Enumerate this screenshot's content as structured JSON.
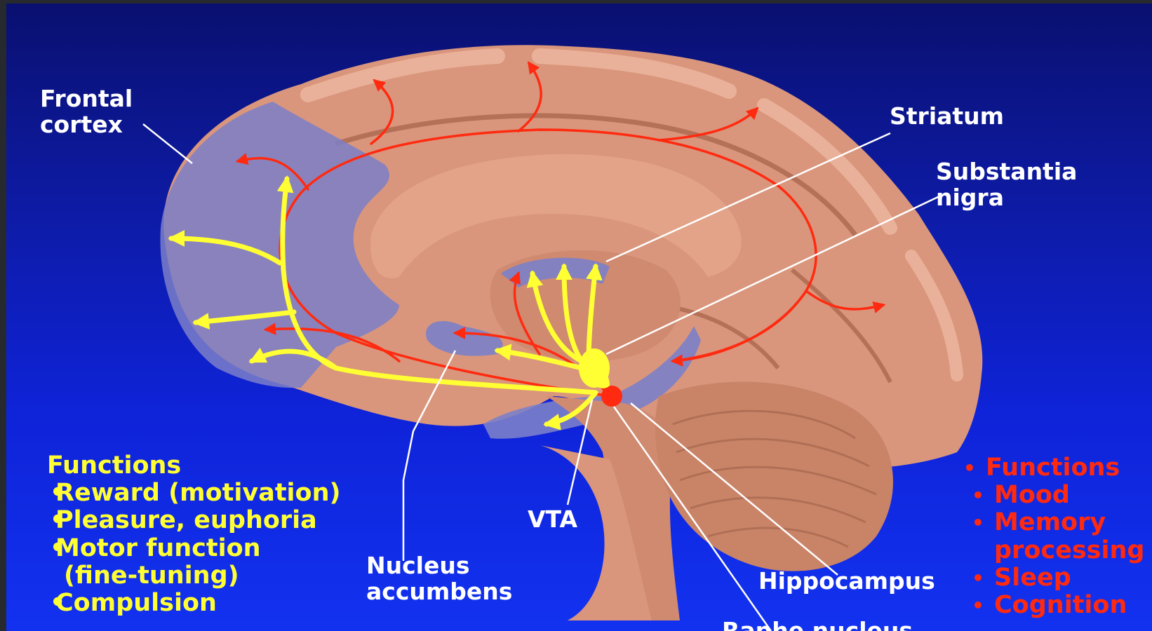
{
  "labels": {
    "frontal_cortex_line1": "Frontal",
    "frontal_cortex_line2": "cortex",
    "striatum": "Striatum",
    "substantia_nigra_line1": "Substantia",
    "substantia_nigra_line2": "nigra",
    "vta": "VTA",
    "nucleus_accumbens_line1": "Nucleus",
    "nucleus_accumbens_line2": "accumbens",
    "hippocampus": "Hippocampus",
    "raphe_partial": "Raphe nucleus"
  },
  "dopamine_functions": {
    "heading": "Functions",
    "items": [
      "Reward (motivation)",
      "Pleasure, euphoria",
      "Motor function",
      "(fine-tuning)",
      "Compulsion"
    ]
  },
  "serotonin_functions": {
    "heading": "Functions",
    "items": [
      "Mood",
      "Memory",
      "processing",
      "Sleep",
      "Cognition"
    ]
  },
  "colors": {
    "background_top": "#0a1070",
    "background_bottom": "#1232f0",
    "brain": "#d9967c",
    "dopamine_pathway": "#ffff33",
    "serotonin_pathway": "#ff2a10",
    "highlight_region": "#7b7fc9",
    "label_text": "#ffffff"
  }
}
